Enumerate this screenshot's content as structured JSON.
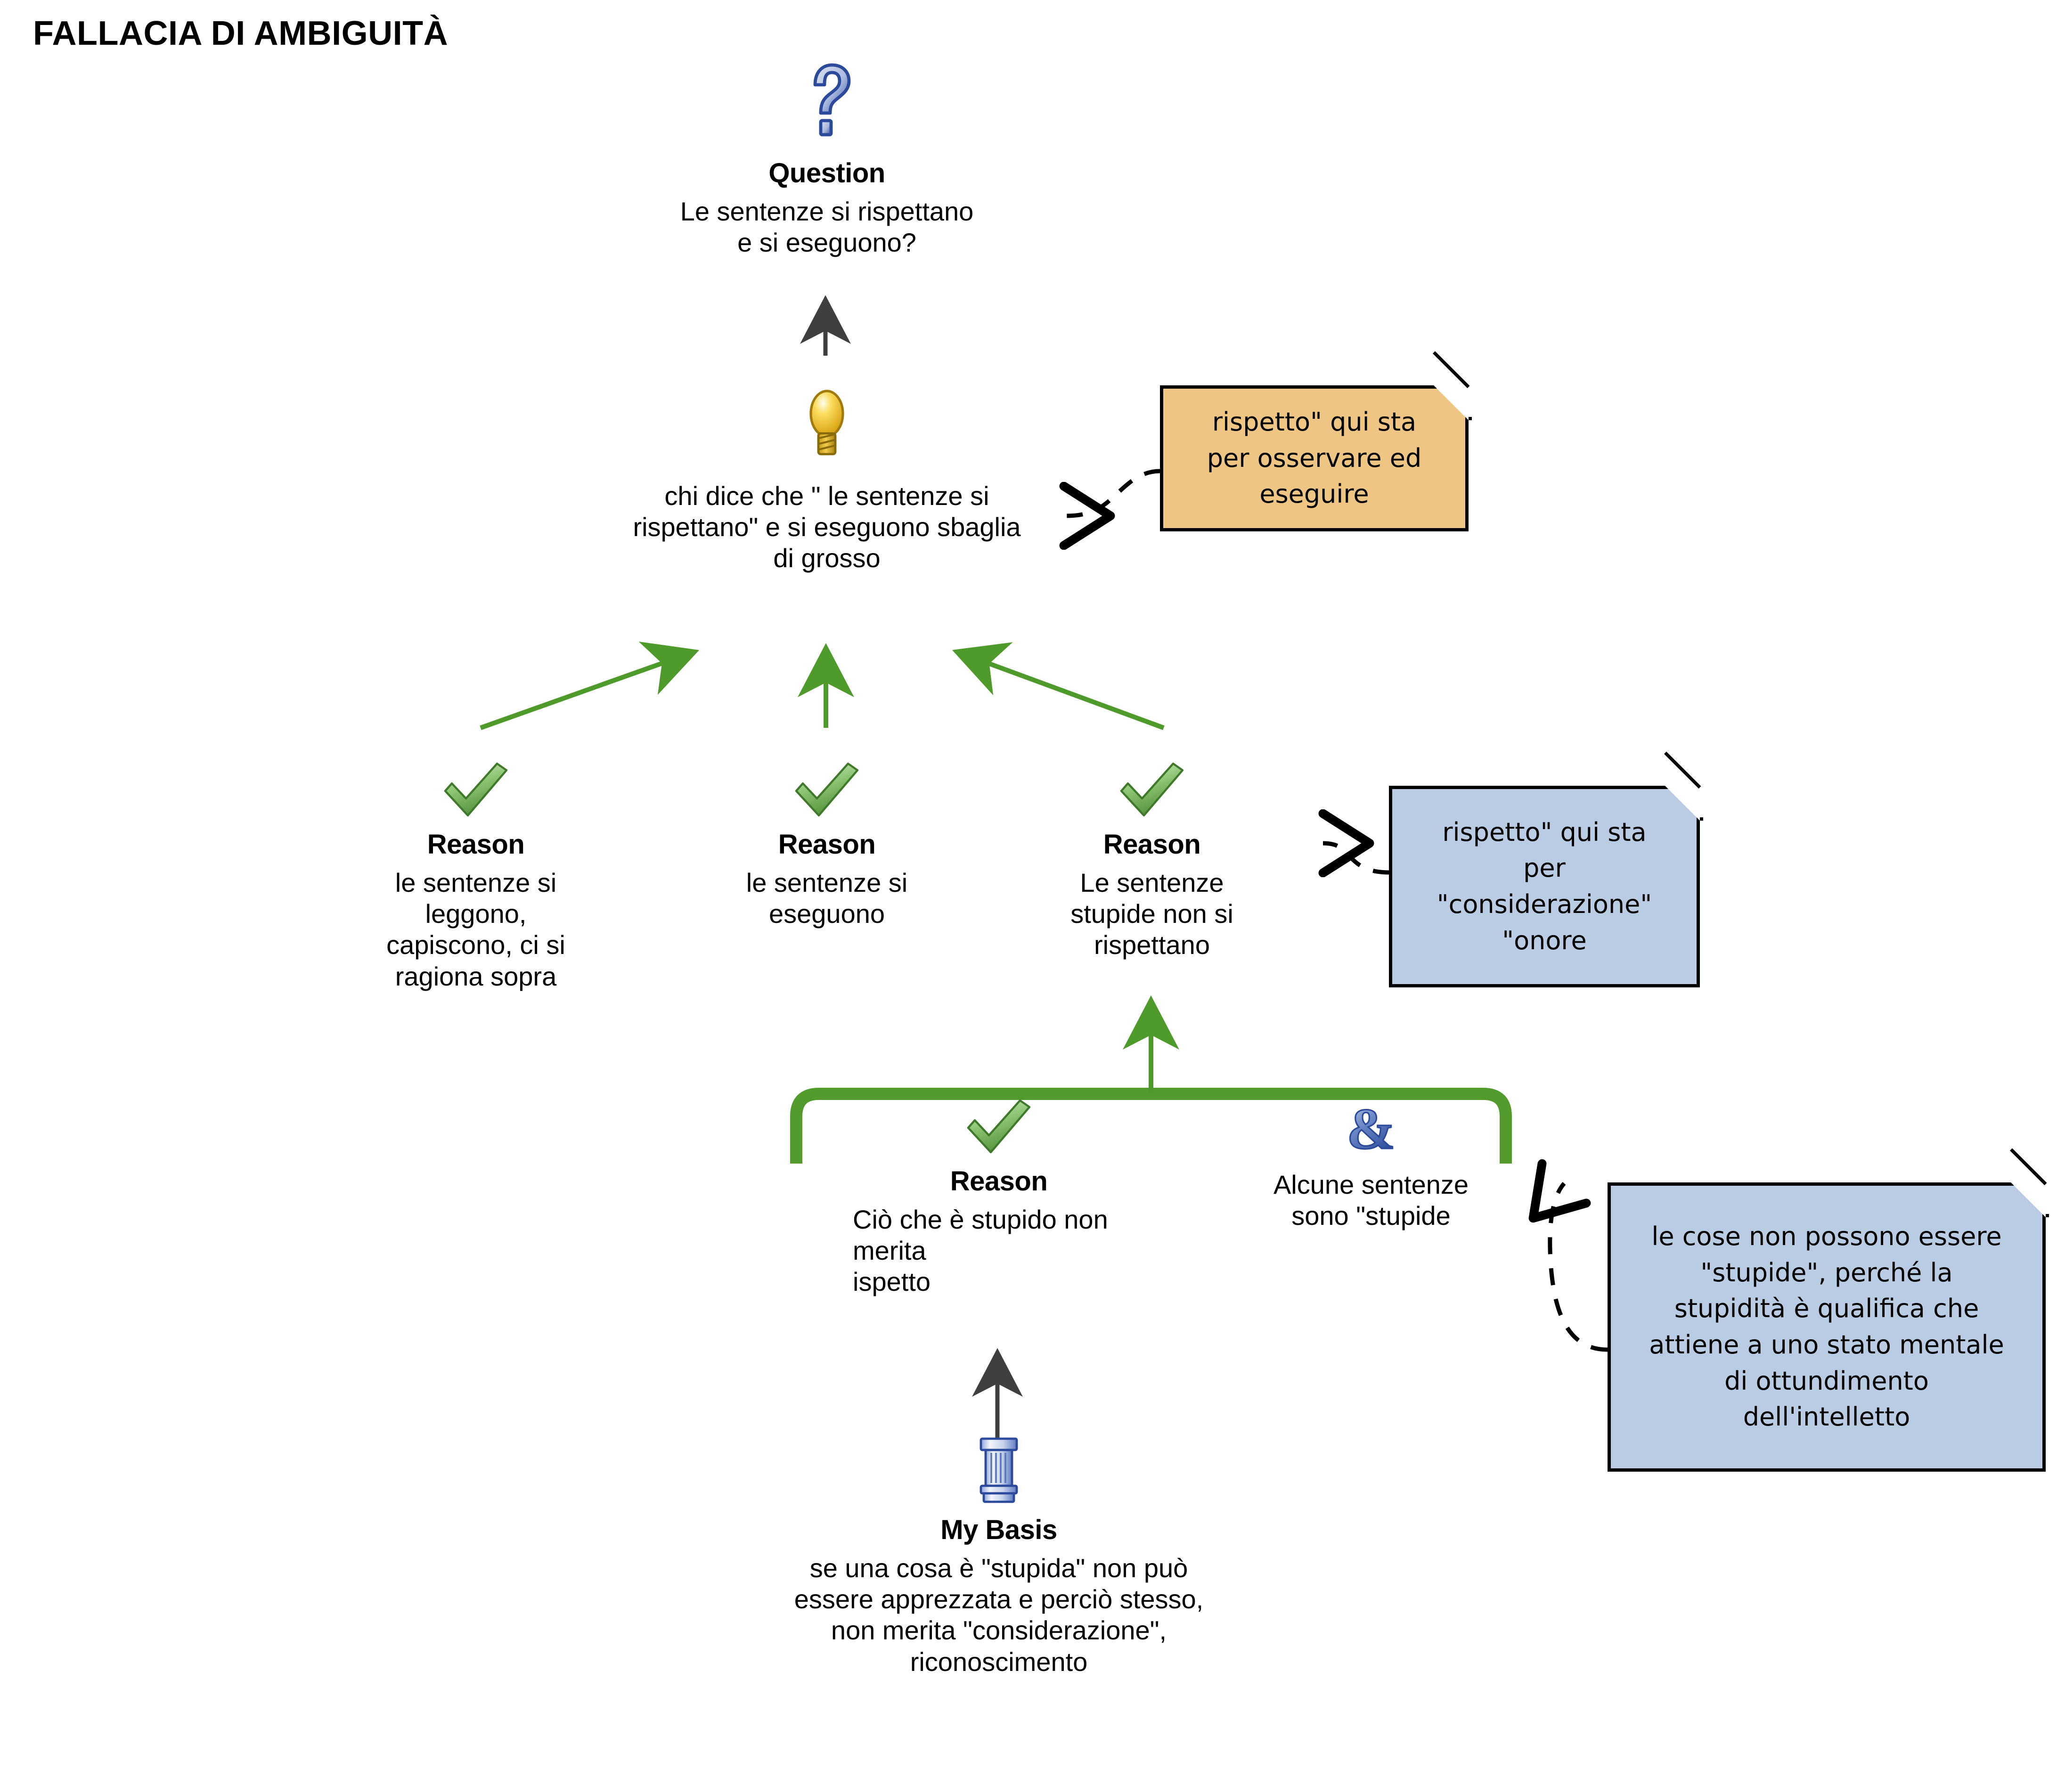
{
  "title": "FALLACIA DI AMBIGUITÀ",
  "colors": {
    "green_arrow": "#4E9B2C",
    "green_bracket": "#529B2C",
    "dark_arrow": "#3F3F3F",
    "note_orange": "#EFC584",
    "note_blue": "#BACCE3",
    "note_border": "#000000",
    "icon_blue": "#3A5BAE",
    "icon_yellow": "#E9BE2B",
    "icon_green": "#6FB757"
  },
  "nodes": {
    "question": {
      "icon": "question-mark-icon",
      "type_label": "Question",
      "text": "Le sentenze si rispettano\ne si eseguono?"
    },
    "claim": {
      "icon": "lightbulb-icon",
      "type_label": "",
      "text": "chi dice che \" le sentenze si\nrispettano\" e si eseguono sbaglia\ndi grosso"
    },
    "reason1": {
      "icon": "green-check-icon",
      "type_label": "Reason",
      "text": "le sentenze si\nleggono,\ncapiscono, ci si\nragiona sopra"
    },
    "reason2": {
      "icon": "green-check-icon",
      "type_label": "Reason",
      "text": "le sentenze si\neseguono"
    },
    "reason3": {
      "icon": "green-check-icon",
      "type_label": "Reason",
      "text": "Le sentenze\nstupide non si\nrispettano"
    },
    "reason4": {
      "icon": "green-check-icon",
      "type_label": "Reason",
      "text": "Ciò che è stupido non\nmerita\nispetto"
    },
    "copremise": {
      "icon": "ampersand-icon",
      "type_label": "",
      "text": "Alcune sentenze\nsono \"stupide"
    },
    "basis": {
      "icon": "pillar-icon",
      "type_label": "My Basis",
      "text": "se una cosa è \"stupida\" non può\nessere apprezzata e perciò stesso,\nnon merita \"consideraz­ione\",\nriconoscimento"
    }
  },
  "notes": {
    "note_orange": {
      "color": "#EFC584",
      "text": "rispetto\" qui sta\nper osservare ed\neseguire"
    },
    "note_blue_top": {
      "color": "#BACCE3",
      "text": "rispetto\" qui sta\nper\n\"considerazione\"\n\"onore"
    },
    "note_blue_bottom": {
      "color": "#BACCE3",
      "text": "le cose non possono essere\n\"stupide\", perché la\nstupidità è qualifica che\nattiene a uno stato mentale\ndi ottundimento\ndell'intelletto"
    }
  },
  "connectors": {
    "claim_to_question": "solid-dark-arrow-up",
    "reason1_to_claim": "solid-green-arrow-diagonal",
    "reason2_to_claim": "solid-green-arrow-up",
    "reason3_to_claim": "solid-green-arrow-diagonal",
    "bracket_to_reason3": "solid-green-arrow-up",
    "basis_to_reason4": "solid-dark-arrow-up",
    "note_orange_to_claim": "dashed-arrow",
    "note_blue_top_to_reason3": "dashed-arrow",
    "note_blue_bottom_to_copremise": "dashed-arrow",
    "copremise_bracket": "green-rounded-bracket"
  }
}
